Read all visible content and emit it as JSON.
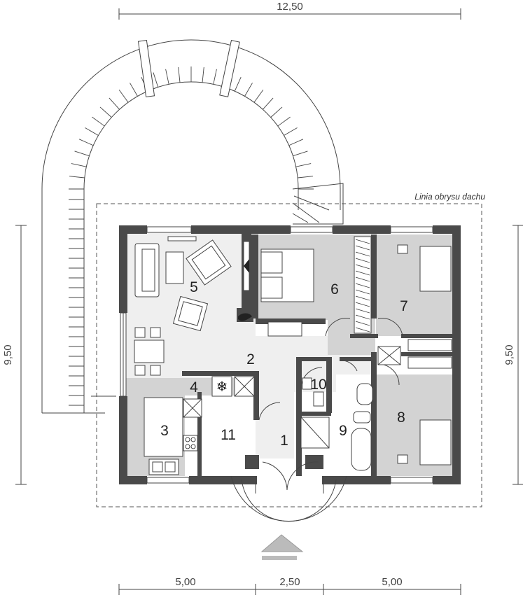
{
  "dimensions": {
    "top_total": "12,50",
    "bottom_left": "5,00",
    "bottom_middle": "2,50",
    "bottom_right": "5,00",
    "left_height": "9,50",
    "right_height": "9,50"
  },
  "roof_outline_label": "Linia obrysu dachu",
  "rooms": {
    "r1": "1",
    "r2": "2",
    "r3": "3",
    "r4": "4",
    "r5": "5",
    "r6": "6",
    "r7": "7",
    "r8": "8",
    "r9": "9",
    "r10": "10",
    "r11": "11"
  },
  "colors": {
    "wall": "#4a4a4a",
    "hall_floor": "#efefef",
    "room_floor": "#d3d3d3"
  }
}
